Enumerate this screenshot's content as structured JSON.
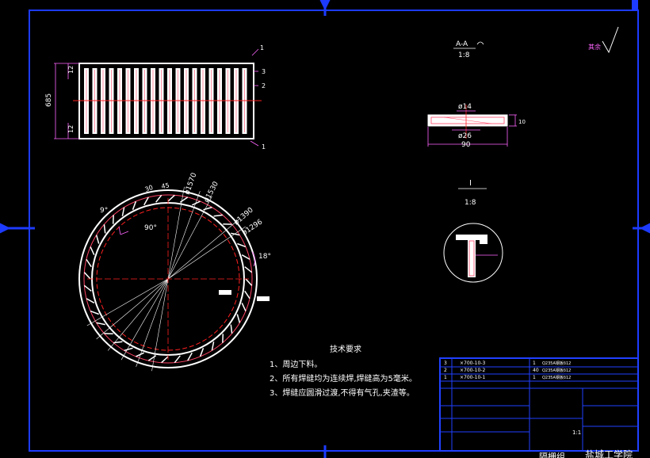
{
  "section_view": {
    "title": "A-A",
    "scale": "1:8",
    "dia_small": "ø14",
    "dia_large": "ø26",
    "width": "90",
    "side_dim": "10"
  },
  "detail_view": {
    "title": "I",
    "scale": "1:8"
  },
  "roughness_label": "其余",
  "side_view": {
    "height_dim": "685",
    "top_dim": "12",
    "bottom_dim": "12",
    "balloons": [
      "1",
      "3",
      "2",
      "1"
    ]
  },
  "plan_view": {
    "diameters": [
      "ø1570",
      "ø1530",
      "ø1390",
      "ø1296"
    ],
    "angles": [
      "9°",
      "90°",
      "18°"
    ],
    "small_dims": [
      "30",
      "45"
    ]
  },
  "tech_requirements": {
    "title": "技术要求",
    "items": [
      "1、周边下料。",
      "2、所有焊缝均为连续焊,焊缝高为5毫米。",
      "3、焊缝应圆滑过渡,不得有气孔,夹渣等。"
    ]
  },
  "bom": [
    {
      "seq": "3",
      "code": "×700-10-3",
      "qty": "1",
      "material": "Q235A钢板δ12"
    },
    {
      "seq": "2",
      "code": "×700-10-2",
      "qty": "40",
      "material": "Q235A钢板δ12"
    },
    {
      "seq": "1",
      "code": "×700-10-1",
      "qty": "1",
      "material": "Q235A钢板δ12"
    }
  ],
  "title_block": {
    "school": "盐城工学院",
    "drawing_name": "隔栅组",
    "scale": "1:1"
  },
  "colors": {
    "background": "#000000",
    "frame": "#1d3bff",
    "line": "#ffffff",
    "center": "#ff2020",
    "dim": "#ff66ff",
    "hatch": "#ff4466",
    "block": "#2040ff"
  }
}
